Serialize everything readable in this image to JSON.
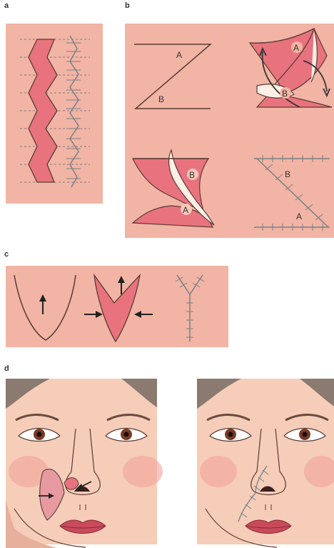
{
  "panels": {
    "a": {
      "label": "a"
    },
    "b": {
      "label": "b",
      "flap_a": "A",
      "flap_b": "B"
    },
    "c": {
      "label": "c"
    },
    "d": {
      "label": "d"
    }
  },
  "colors": {
    "panel_bg": "#f2b4a4",
    "flap_fill": "#e8737e",
    "skin": "#f5cdb8",
    "outline": "#5a3b35",
    "suture": "#7a7f85",
    "hair": "#8a7a70",
    "lips": "#c94a5a"
  }
}
